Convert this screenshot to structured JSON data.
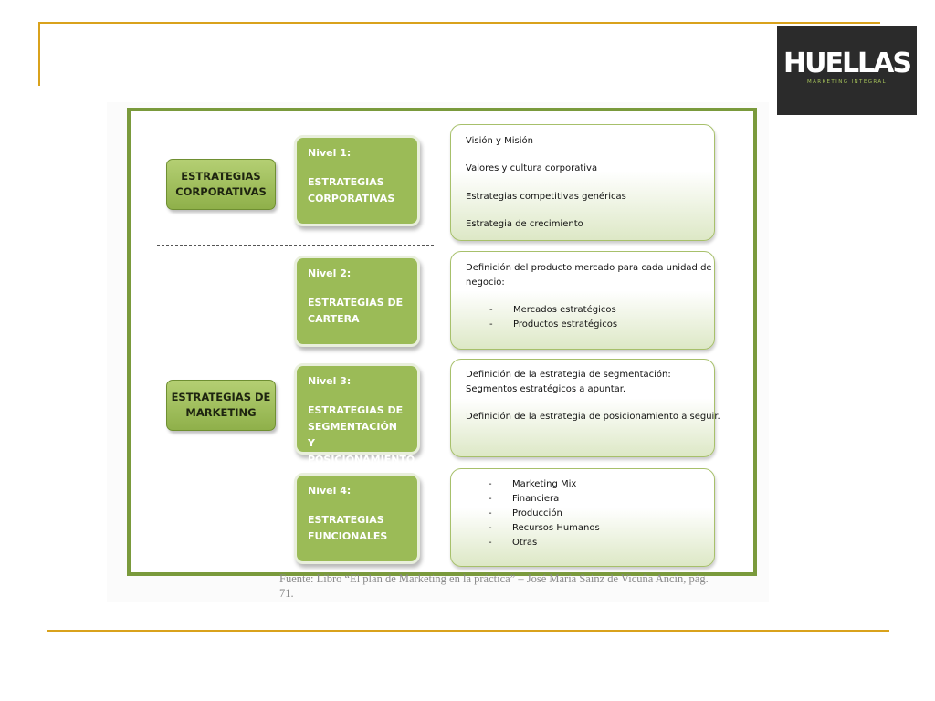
{
  "logo": {
    "word": "HUELLAS",
    "tagline": "MARKETING INTEGRAL"
  },
  "groups": {
    "corporativas": "ESTRATEGIAS\nCORPORATIVAS",
    "marketing": "ESTRATEGIAS DE\nMARKETING"
  },
  "levels": [
    {
      "title": "Nivel 1:",
      "name": "ESTRATEGIAS\nCORPORATIVAS"
    },
    {
      "title": "Nivel 2:",
      "name": "ESTRATEGIAS DE\nCARTERA"
    },
    {
      "title": "Nivel 3:",
      "name": "ESTRATEGIAS DE\nSEGMENTACIÓN Y\nPOSICIONAMIENTO"
    },
    {
      "title": "Nivel 4:",
      "name": "ESTRATEGIAS\nFUNCIONALES"
    }
  ],
  "descriptions": {
    "level1": [
      "Visión y Misión",
      "Valores y cultura corporativa",
      "Estrategias competitivas genéricas",
      "Estrategia de crecimiento"
    ],
    "level2": {
      "intro_line1": "Definición del producto mercado para cada unidad de",
      "intro_line2": "negocio:",
      "bullets": [
        "Mercados estratégicos",
        "Productos estratégicos"
      ]
    },
    "level3": [
      "Definición de la estrategia de segmentación:",
      "Segmentos estratégicos a apuntar.",
      "Definición de la estrategia de posicionamiento a seguir."
    ],
    "level4": [
      "Marketing Mix",
      "Financiera",
      "Producción",
      "Recursos Humanos",
      "Otras"
    ]
  },
  "bullet_symbol": "-",
  "caption": {
    "line1": "Fuente: Libro “El plan de Marketing en la práctica” – José María Sainz de Vicuña Ancín, pág.",
    "line2": "71."
  },
  "colors": {
    "gold": "#d9a21c",
    "green_frame": "#7a9a3c",
    "green_box": "#9bbb57",
    "logo_bg": "#2b2b2b"
  }
}
